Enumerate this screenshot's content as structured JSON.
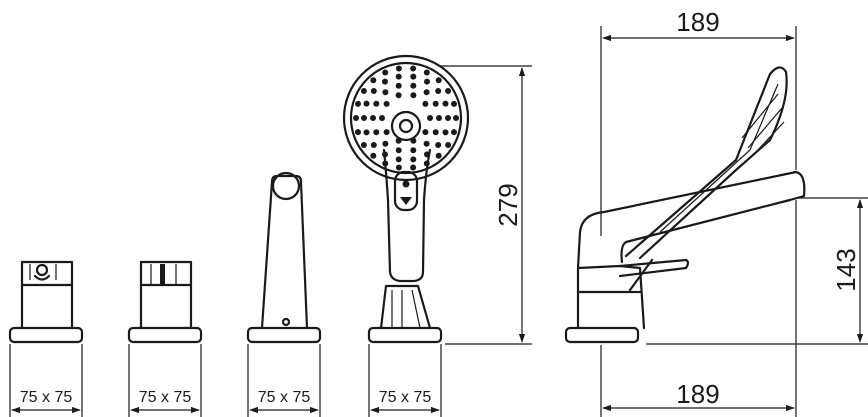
{
  "dimensions": {
    "overall_width_top": "189",
    "overall_width_bottom": "189",
    "overall_height": "279",
    "spout_height": "143",
    "footprints": [
      "75 x 75",
      "75 x 75",
      "75 x 75",
      "75 x 75"
    ]
  }
}
